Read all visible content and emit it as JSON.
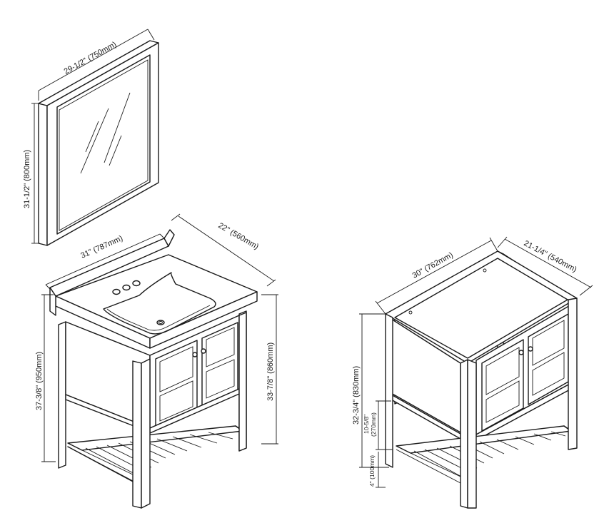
{
  "mirror": {
    "width_label": "29-1/2\" (750mm)",
    "height_label": "31-1/2\" (800mm)"
  },
  "vanity_top": {
    "width_label": "31\" (787mm)",
    "depth_label": "22\" (560mm)",
    "total_height_label": "37-3/8\" (950mm)",
    "cabinet_height_label": "33-7/8\" (860mm)"
  },
  "cabinet": {
    "width_label": "30\" (762mm)",
    "depth_label": "21-1/4\" (540mm)",
    "height_label": "32-3/4\" (830mm)",
    "shelf_gap_inch": "10-5/8\"",
    "shelf_gap_mm": "(270mm)",
    "leg_height_label": "4\" (100mm)"
  }
}
